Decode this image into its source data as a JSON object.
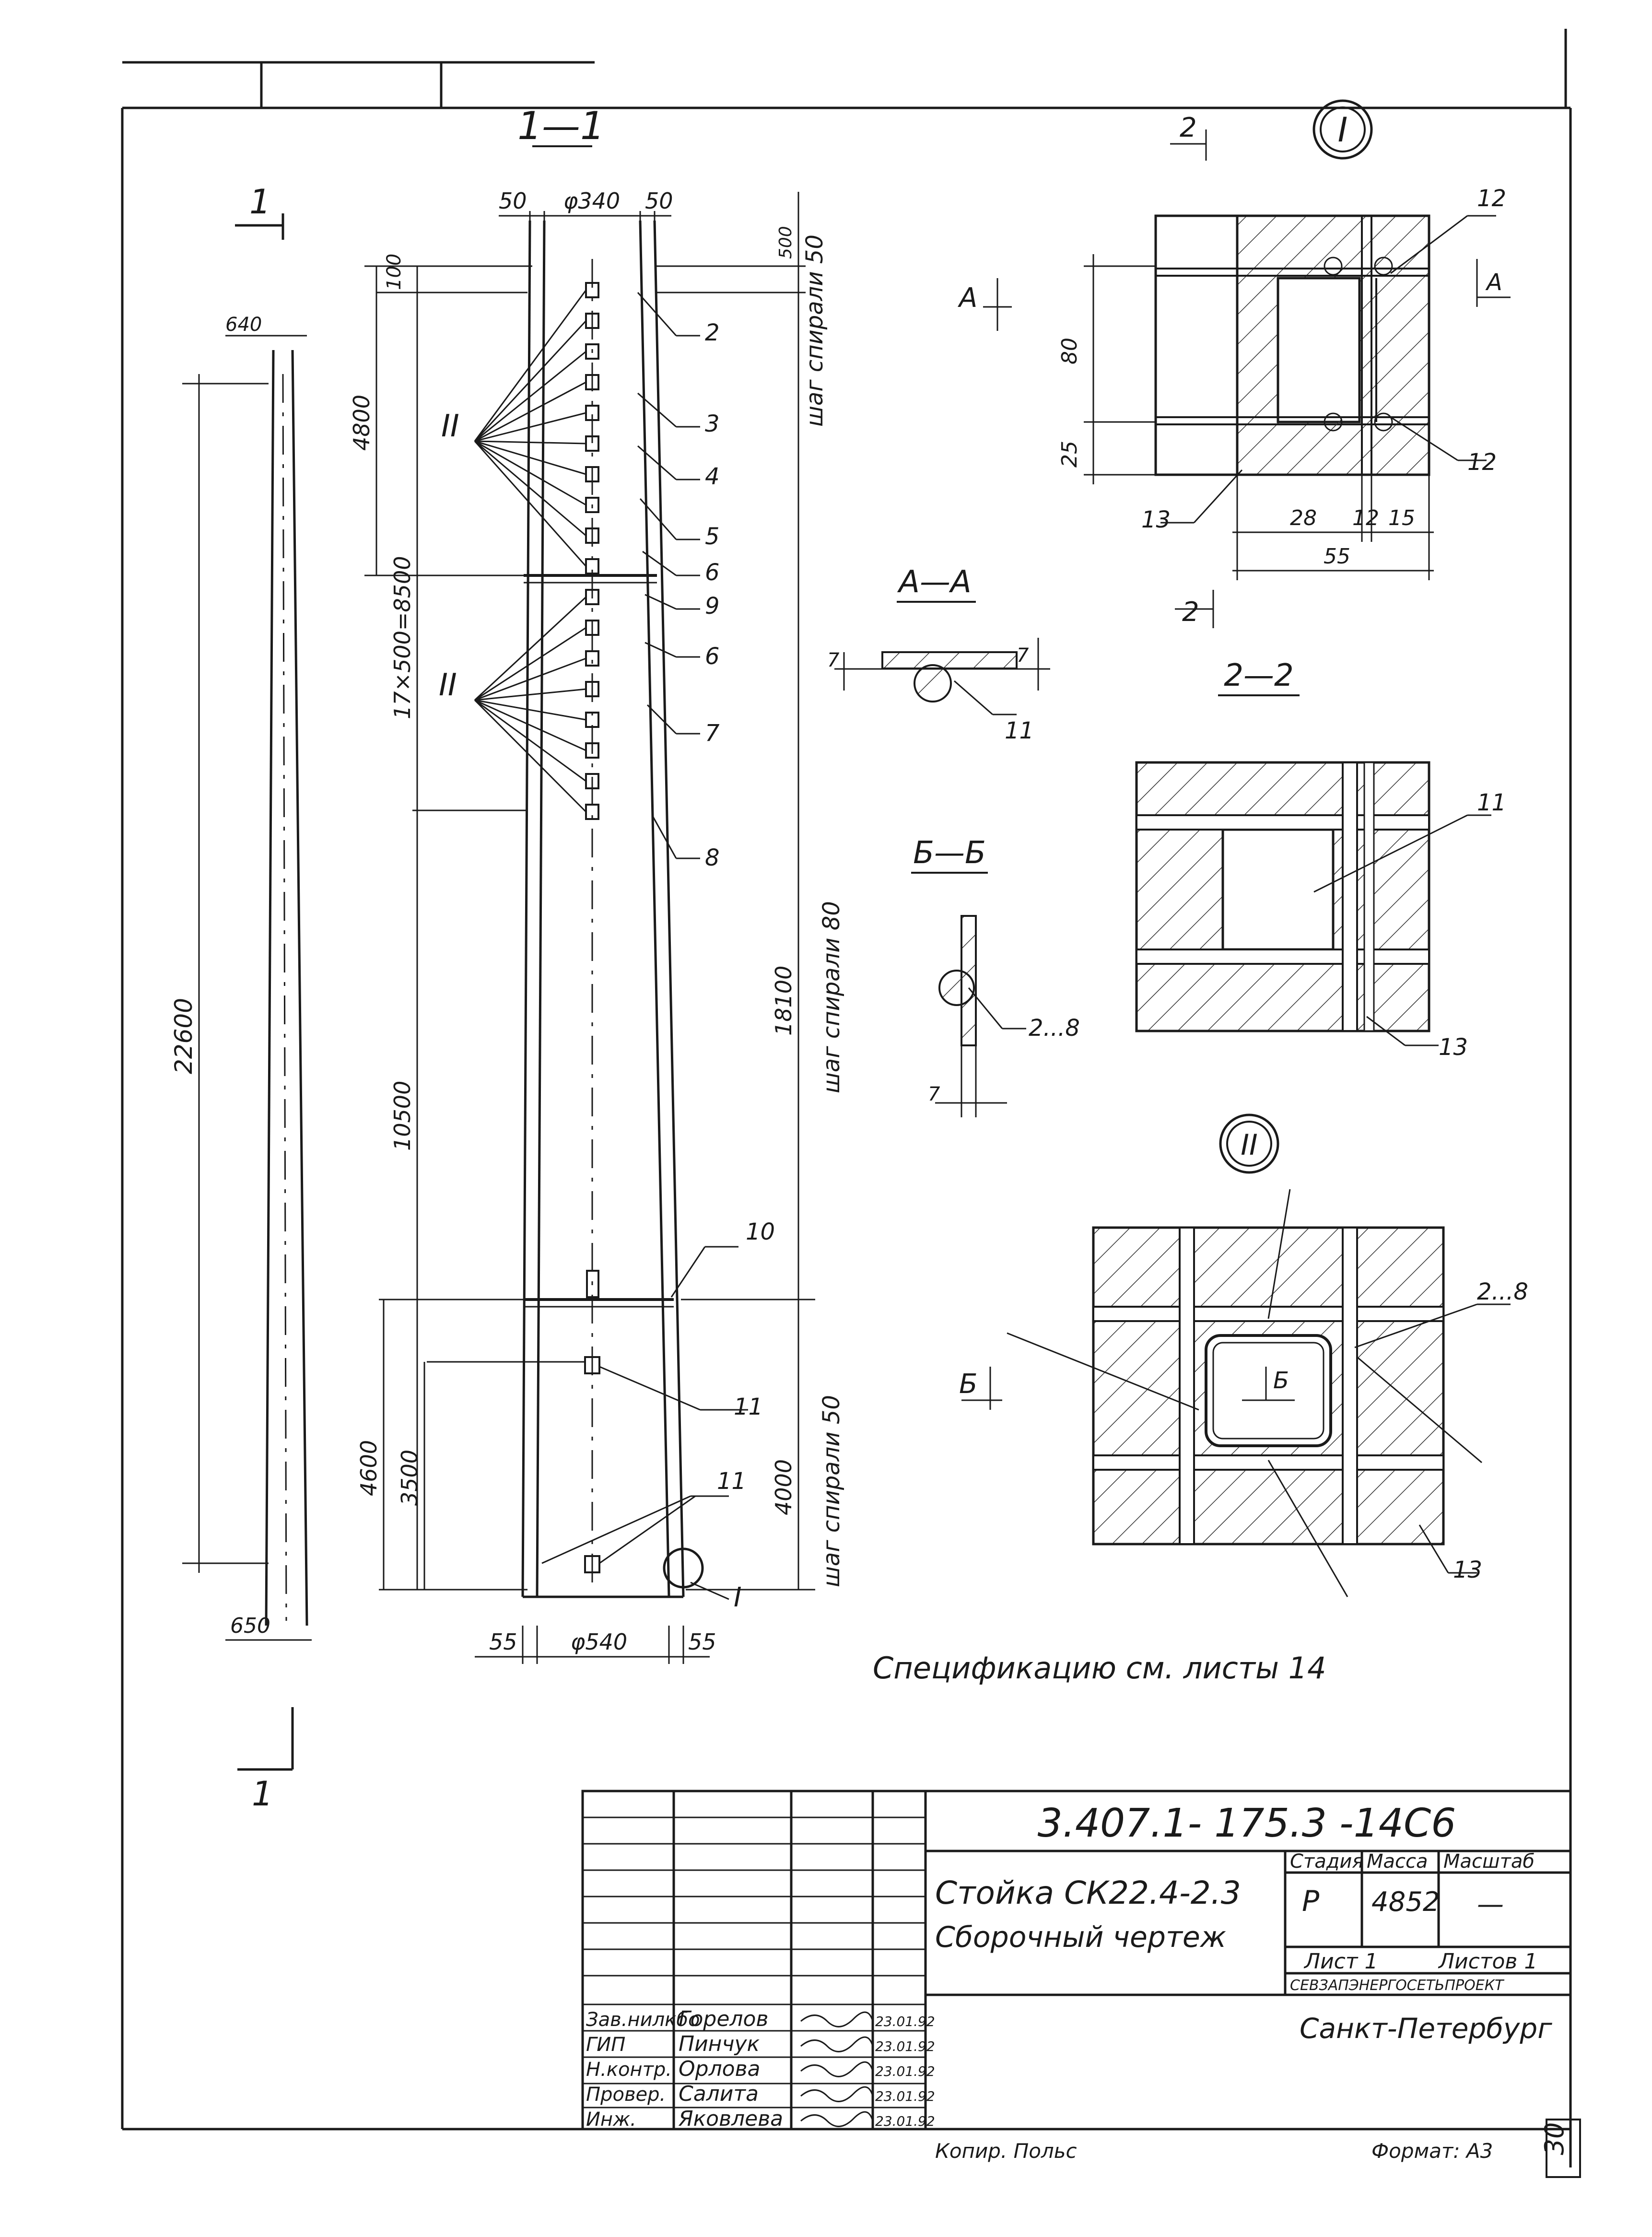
{
  "main_view": {
    "title": "1—1",
    "section_mark": "1",
    "dims": {
      "top_left": "50",
      "top_dia": "φ340",
      "top_right": "50",
      "bottom_left": "55",
      "bottom_dia": "φ540",
      "bottom_right": "55",
      "d_100": "100",
      "d_4800": "4800",
      "d_pitch": "17×500=8500",
      "d_10500": "10500",
      "d_4600": "4600",
      "d_3500": "3500",
      "d_500": "500",
      "d_18100": "18100",
      "d_4000": "4000"
    },
    "pitch_notes": {
      "top": "шаг спирали 50",
      "middle": "шаг спирали 80",
      "bottom": "шаг спирали 50"
    },
    "callouts": {
      "c2": "2",
      "c3": "3",
      "c4": "4",
      "c5": "5",
      "c6a": "6",
      "c9": "9",
      "c6b": "6",
      "c7": "7",
      "c8": "8",
      "c10": "10",
      "c11a": "11",
      "c11b": "11",
      "node_ref_top": "II",
      "node_ref_mid": "II",
      "node_ref_bottom": "I"
    }
  },
  "side_view": {
    "section_mark": "1",
    "d_640": "640",
    "d_22600": "22600",
    "d_650": "650"
  },
  "section_aa": {
    "title": "А—А",
    "d_left": "7",
    "d_right": "7",
    "callout": "11"
  },
  "section_bb": {
    "title": "Б—Б",
    "callout": "2...8",
    "d_bottom": "7"
  },
  "node_1": {
    "label": "I",
    "cut_mark_2": "2",
    "cut_a_left": "А",
    "cut_a_right": "А",
    "d_80": "80",
    "d_25": "25",
    "d_28": "28",
    "d_12": "12",
    "d_15": "15",
    "d_55": "55",
    "c12a": "12",
    "c12b": "12",
    "c13": "13"
  },
  "section_22": {
    "title": "2—2",
    "c11": "11",
    "c13": "13"
  },
  "node_2": {
    "label": "II",
    "cut_b_left": "Б",
    "cut_b_inner": "Б",
    "c2_8": "2...8",
    "c13": "13"
  },
  "spec_note": "Спецификацию см. листы 14",
  "title_block": {
    "doc_code": "3.407.1- 175.3 -14С6",
    "title_line1": "Стойка СК22.4-2.3",
    "title_line2": "Сборочный чертеж",
    "stage_label": "Стадия",
    "mass_label": "Масса",
    "scale_label": "Масштаб",
    "stage": "Р",
    "mass": "4852",
    "scale": "—",
    "sheet": "Лист 1",
    "sheets": "Листов 1",
    "org": "СЕВЗАПЭНЕРГОСЕТЬПРОЕКТ",
    "city": "Санкт-Петербург",
    "signatures": [
      {
        "role": "Зав.нилкбо",
        "name": "Горелов",
        "date": "23.01.92"
      },
      {
        "role": "ГИП",
        "name": "Пинчук",
        "date": "23.01.92"
      },
      {
        "role": "Н.контр.",
        "name": "Орлова",
        "date": "23.01.92"
      },
      {
        "role": "Провер.",
        "name": "Салита",
        "date": "23.01.92"
      },
      {
        "role": "Инж.",
        "name": "Яковлева",
        "date": "23.01.92"
      }
    ]
  },
  "footer": {
    "copied": "Копир. Польс",
    "format": "Формат: А3",
    "page_number": "30"
  }
}
